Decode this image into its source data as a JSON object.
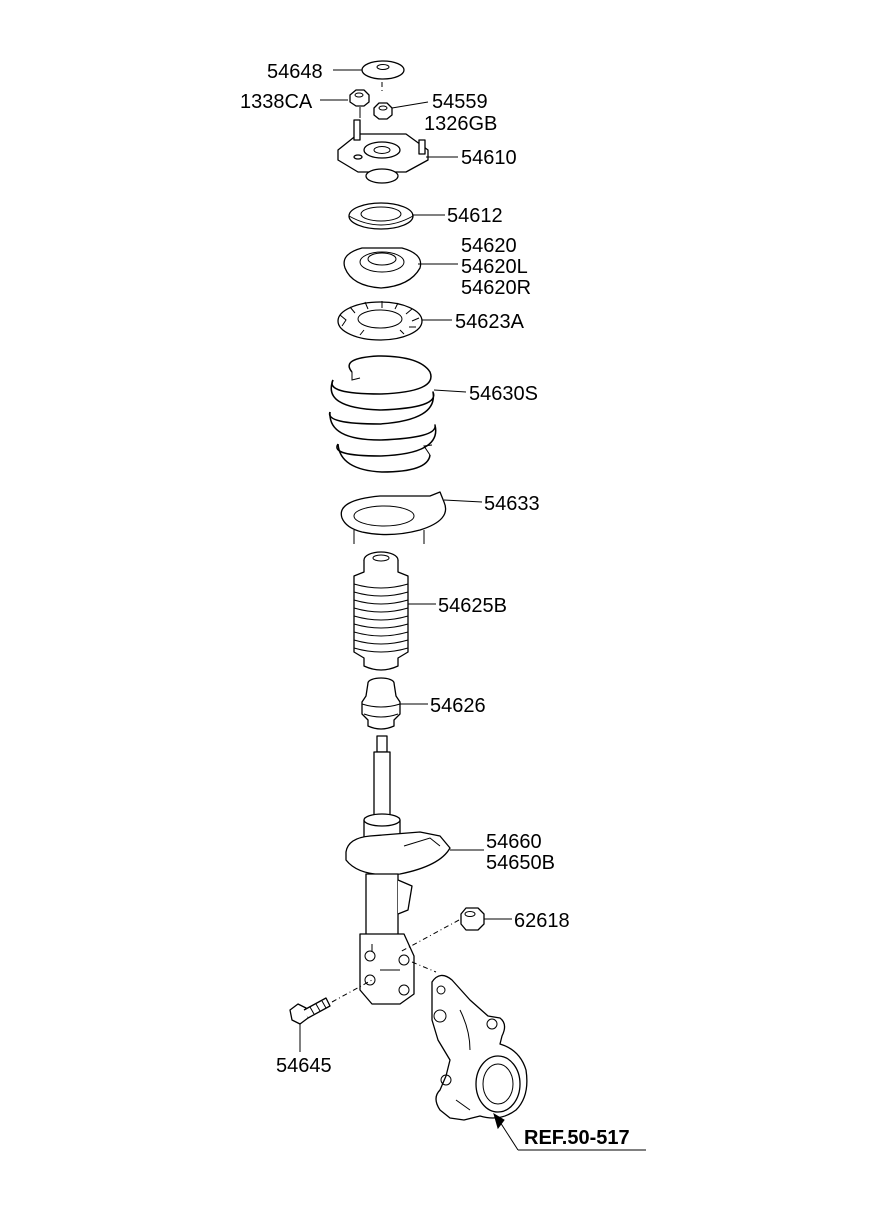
{
  "parts": {
    "p54648": "54648",
    "p1338CA": "1338CA",
    "p54559": "54559",
    "p1326GB": "1326GB",
    "p54610": "54610",
    "p54612": "54612",
    "p54620": "54620",
    "p54620L": "54620L",
    "p54620R": "54620R",
    "p54623A": "54623A",
    "p54630S": "54630S",
    "p54633": "54633",
    "p54625B": "54625B",
    "p54626": "54626",
    "p54660": "54660",
    "p54650B": "54650B",
    "p62618": "62618",
    "p54645": "54645"
  },
  "reference": "REF.50-517"
}
